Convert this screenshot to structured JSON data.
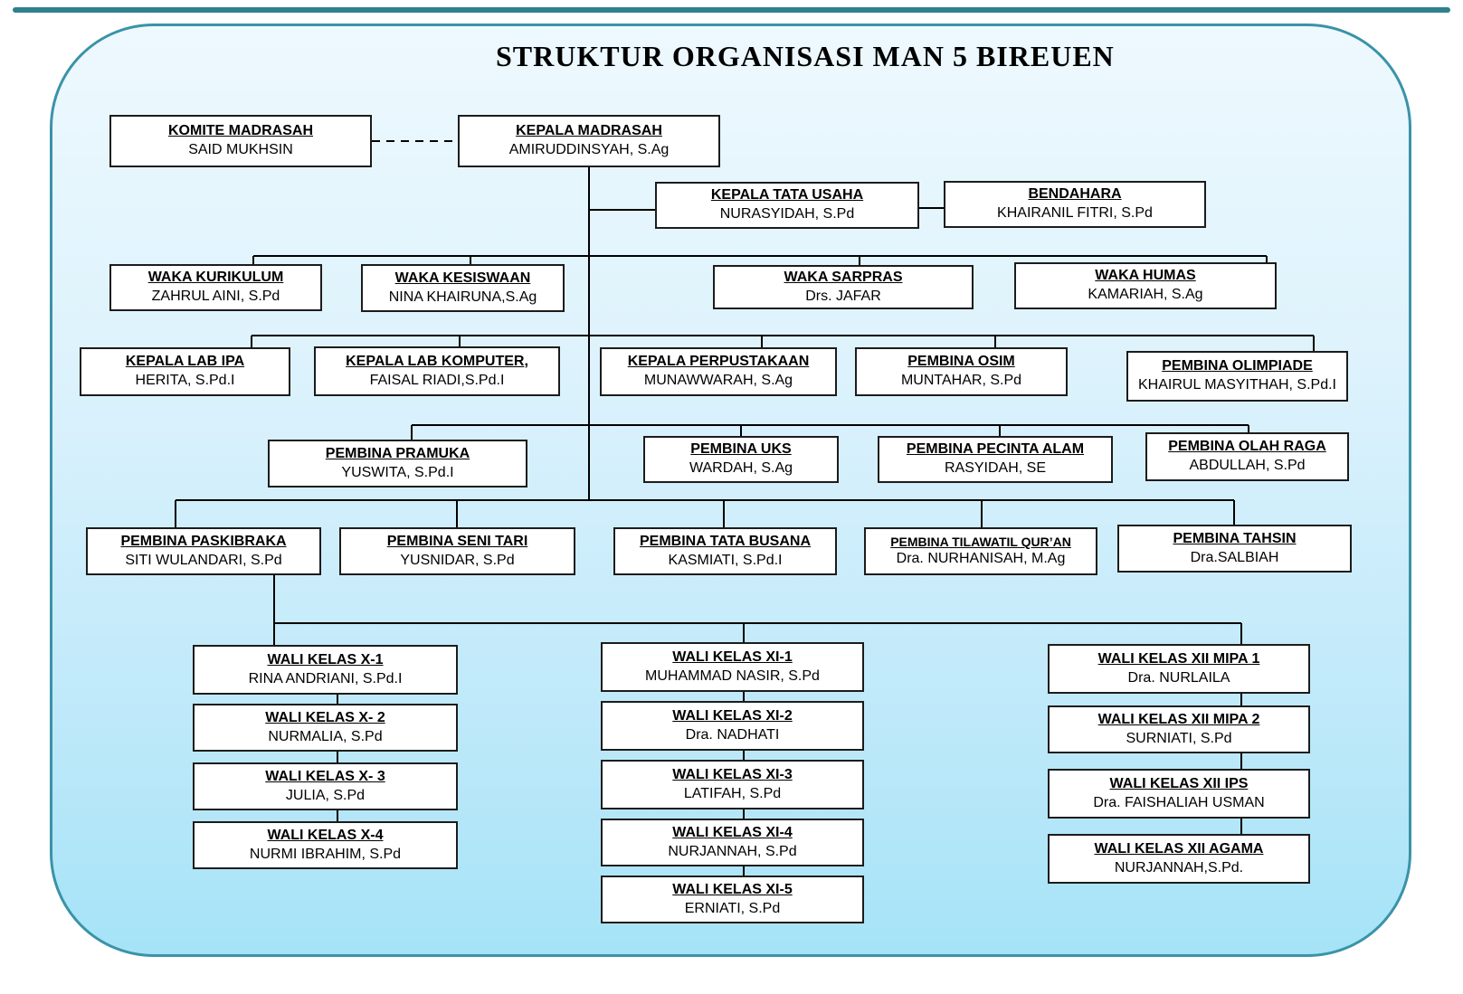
{
  "title": "STRUKTUR ORGANISASI MAN 5 BIREUEN",
  "colors": {
    "top_strip": "#2f7f8e",
    "panel_border": "#3a93a8",
    "panel_fill_top": "#eef9fe",
    "panel_fill_bottom": "#a6e3f7",
    "box_border": "#1c1c1c",
    "connector_line": "#000000"
  },
  "org": {
    "komite": {
      "title": "KOMITE MADRASAH",
      "name": "SAID MUKHSIN"
    },
    "kepala": {
      "title": "KEPALA MADRASAH",
      "name": "AMIRUDDINSYAH, S.Ag"
    },
    "tata_usaha": {
      "title": "KEPALA TATA USAHA",
      "name": "NURASYIDAH, S.Pd"
    },
    "bendahara": {
      "title": "BENDAHARA",
      "name": "KHAIRANIL FITRI, S.Pd"
    },
    "waka_kurikulum": {
      "title": "WAKA KURIKULUM",
      "name": "ZAHRUL AINI, S.Pd"
    },
    "waka_kesiswaan": {
      "title": "WAKA KESISWAAN",
      "name": "NINA KHAIRUNA,S.Ag"
    },
    "waka_sarpras": {
      "title": "WAKA SARPRAS",
      "name": "Drs. JAFAR"
    },
    "waka_humas": {
      "title": "WAKA HUMAS",
      "name": "KAMARIAH, S.Ag"
    },
    "lab_ipa": {
      "title": "KEPALA LAB IPA",
      "name": "HERITA, S.Pd.I"
    },
    "lab_komputer": {
      "title": "KEPALA LAB KOMPUTER,",
      "name": "FAISAL RIADI,S.Pd.I"
    },
    "perpustakaan": {
      "title": "KEPALA PERPUSTAKAAN",
      "name": "MUNAWWARAH, S.Ag"
    },
    "osim": {
      "title": "PEMBINA OSIM",
      "name": "MUNTAHAR, S.Pd"
    },
    "olimpiade": {
      "title": "PEMBINA OLIMPIADE",
      "name": "KHAIRUL MASYITHAH, S.Pd.I"
    },
    "pramuka": {
      "title": "PEMBINA PRAMUKA",
      "name": "YUSWITA, S.Pd.I"
    },
    "uks": {
      "title": "PEMBINA UKS",
      "name": "WARDAH, S.Ag"
    },
    "pecinta_alam": {
      "title": "PEMBINA PECINTA ALAM",
      "name": "RASYIDAH, SE"
    },
    "olah_raga": {
      "title": "PEMBINA OLAH RAGA",
      "name": "ABDULLAH, S.Pd"
    },
    "paskibraka": {
      "title": "PEMBINA PASKIBRAKA",
      "name": "SITI WULANDARI, S.Pd"
    },
    "seni_tari": {
      "title": "PEMBINA SENI TARI",
      "name": "YUSNIDAR, S.Pd"
    },
    "tata_busana": {
      "title": "PEMBINA TATA BUSANA",
      "name": "KASMIATI, S.Pd.I"
    },
    "tilawatil": {
      "title": "PEMBINA TILAWATIL QUR’AN",
      "name": "Dra. NURHANISAH, M.Ag"
    },
    "tahsin": {
      "title": "PEMBINA TAHSIN",
      "name": "Dra.SALBIAH"
    },
    "x1": {
      "title": "WALI KELAS X-1",
      "name": "RINA ANDRIANI, S.Pd.I"
    },
    "x2": {
      "title": "WALI KELAS X- 2",
      "name": "NURMALIA, S.Pd"
    },
    "x3": {
      "title": "WALI KELAS X- 3",
      "name": "JULIA, S.Pd"
    },
    "x4": {
      "title": "WALI KELAS X-4",
      "name": "NURMI IBRAHIM, S.Pd"
    },
    "xi1": {
      "title": "WALI KELAS XI-1",
      "name": "MUHAMMAD NASIR, S.Pd"
    },
    "xi2": {
      "title": "WALI KELAS XI-2",
      "name": "Dra. NADHATI"
    },
    "xi3": {
      "title": "WALI KELAS XI-3",
      "name": "LATIFAH, S.Pd"
    },
    "xi4": {
      "title": "WALI KELAS XI-4",
      "name": "NURJANNAH, S.Pd"
    },
    "xi5": {
      "title": "WALI KELAS XI-5",
      "name": "ERNIATI, S.Pd"
    },
    "xii_mipa1": {
      "title": "WALI KELAS XII MIPA 1",
      "name": "Dra. NURLAILA"
    },
    "xii_mipa2": {
      "title": "WALI KELAS XII MIPA 2",
      "name": "SURNIATI, S.Pd"
    },
    "xii_ips": {
      "title": "WALI KELAS XII IPS",
      "name": "Dra. FAISHALIAH USMAN"
    },
    "xii_agama": {
      "title": "WALI KELAS XII AGAMA",
      "name": "NURJANNAH,S.Pd."
    }
  }
}
